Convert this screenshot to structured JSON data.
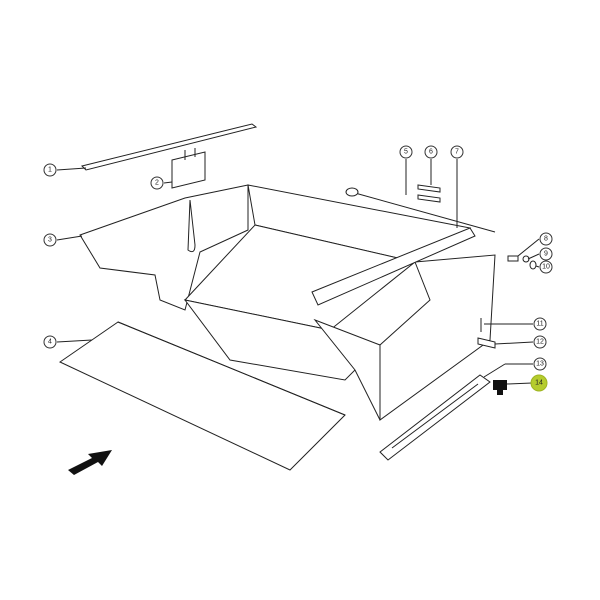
{
  "diagram": {
    "callouts": [
      {
        "label": "1"
      },
      {
        "label": "2"
      },
      {
        "label": "3"
      },
      {
        "label": "4"
      },
      {
        "label": "5"
      },
      {
        "label": "6"
      },
      {
        "label": "7"
      },
      {
        "label": "8"
      },
      {
        "label": "9"
      },
      {
        "label": "10"
      },
      {
        "label": "11"
      },
      {
        "label": "12"
      },
      {
        "label": "13"
      },
      {
        "label": "14"
      }
    ],
    "highlighted_part": "14",
    "highlight_color": "#b5cc2e"
  }
}
